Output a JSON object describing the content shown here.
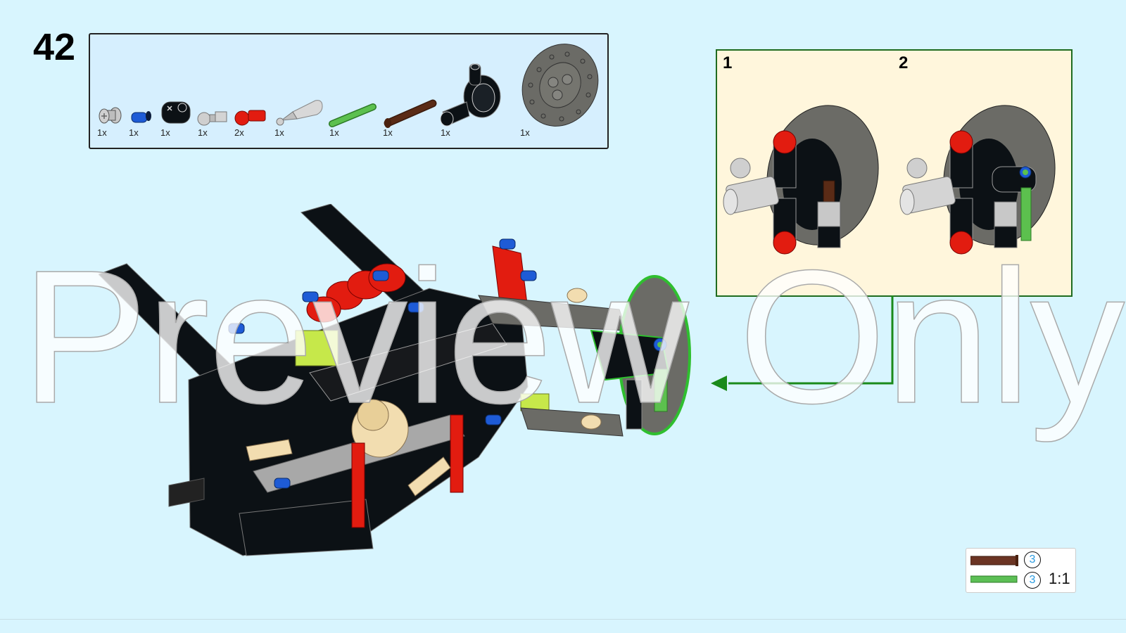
{
  "step": {
    "number": "42"
  },
  "parts_list": {
    "items": [
      {
        "name": "light-gray-bush",
        "color": "#b9b9b9",
        "qty": "1x"
      },
      {
        "name": "blue-pin",
        "color": "#1e5bd6",
        "qty": "1x"
      },
      {
        "name": "black-liftarm-1x2",
        "color": "#0c1115",
        "qty": "1x"
      },
      {
        "name": "light-gray-ball-joint-axle",
        "color": "#c8c8c8",
        "qty": "1x"
      },
      {
        "name": "red-ball-joint-pin",
        "color": "#e21c10",
        "qty": "2x"
      },
      {
        "name": "light-gray-shock-part",
        "color": "#d4d4d4",
        "qty": "1x"
      },
      {
        "name": "green-axle-tube",
        "color": "#5cc04e",
        "qty": "1x"
      },
      {
        "name": "brown-axle-with-stop",
        "color": "#5a2b16",
        "qty": "1x"
      },
      {
        "name": "black-steering-hub",
        "color": "#0c1115",
        "qty": "1x"
      },
      {
        "name": "dark-gray-brake-disc",
        "color": "#6b6b66",
        "qty": "1x"
      }
    ]
  },
  "sub_assembly": {
    "steps": [
      {
        "label": "1"
      },
      {
        "label": "2"
      }
    ],
    "border_color": "#1f6b1f",
    "background": "#fff6dc"
  },
  "callout_arrow": {
    "color": "#1a8a1a"
  },
  "length_legend": {
    "items": [
      {
        "part": "brown-axle",
        "color": "#6b3423",
        "length": "3"
      },
      {
        "part": "green-axle",
        "color": "#5cbf55",
        "length": "3"
      }
    ],
    "scale": "1:1"
  },
  "watermark": {
    "text": "Preview Only"
  },
  "colors": {
    "page_background": "#d8f5fe",
    "parts_background": "#d6effe"
  }
}
